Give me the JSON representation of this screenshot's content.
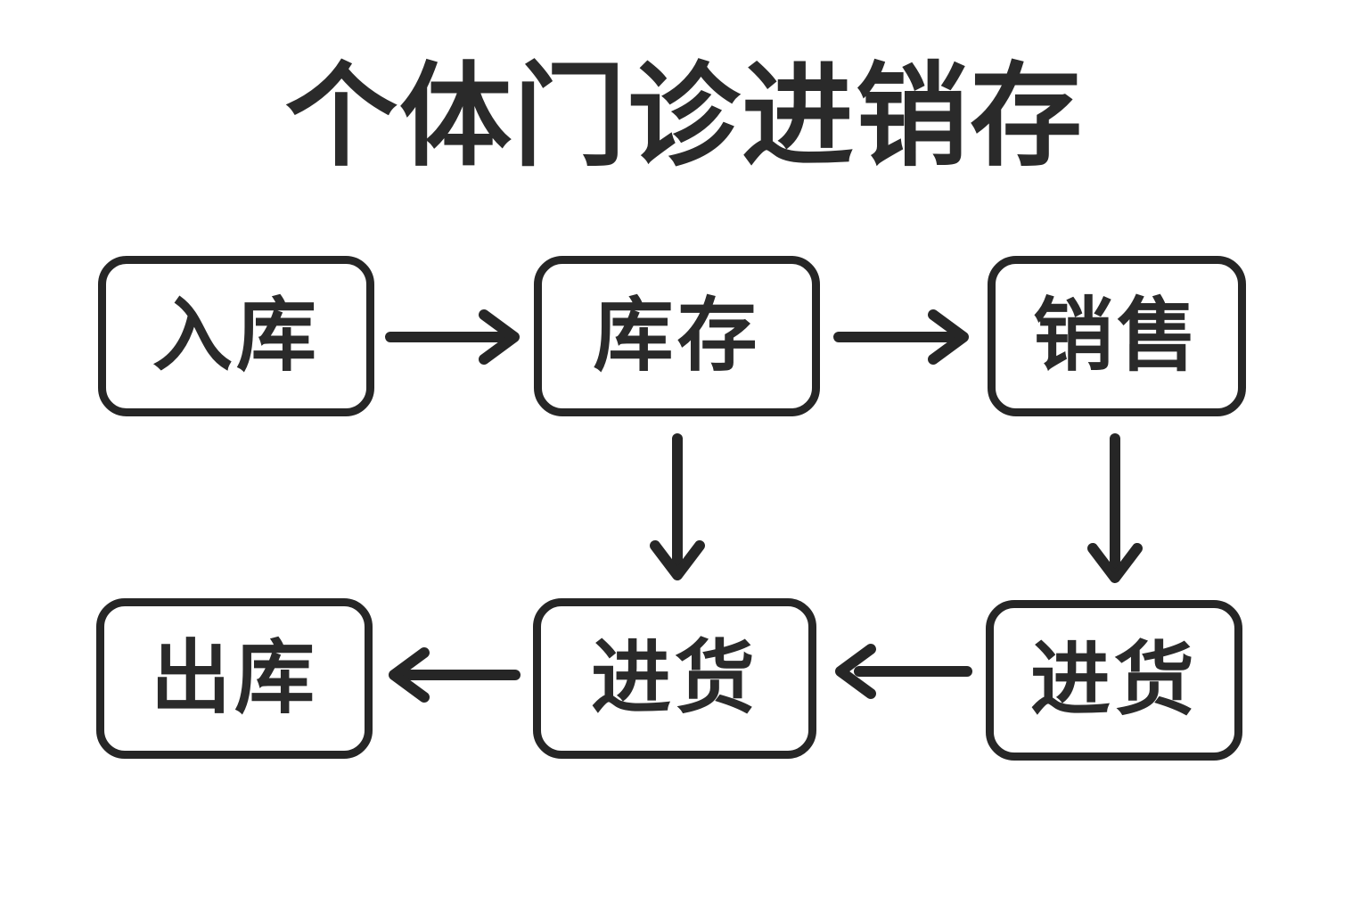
{
  "title": "个体门诊进销存",
  "colors": {
    "background": "#ffffff",
    "line": "#262626",
    "text": "#2a2a2a"
  },
  "nodes": [
    {
      "id": "inbound",
      "label": "入库",
      "row": 1,
      "col": 1
    },
    {
      "id": "inventory",
      "label": "库存",
      "row": 1,
      "col": 2
    },
    {
      "id": "sales",
      "label": "销售",
      "row": 1,
      "col": 3
    },
    {
      "id": "outbound",
      "label": "出库",
      "row": 2,
      "col": 1
    },
    {
      "id": "purchase-middle",
      "label": "进货",
      "row": 2,
      "col": 2
    },
    {
      "id": "purchase-right",
      "label": "进货",
      "row": 2,
      "col": 3
    }
  ],
  "edges": [
    {
      "from": "inbound",
      "to": "inventory",
      "direction": "right"
    },
    {
      "from": "inventory",
      "to": "sales",
      "direction": "right"
    },
    {
      "from": "inventory",
      "to": "purchase-middle",
      "direction": "down"
    },
    {
      "from": "sales",
      "to": "purchase-right",
      "direction": "down"
    },
    {
      "from": "purchase-right",
      "to": "purchase-middle",
      "direction": "left"
    },
    {
      "from": "purchase-middle",
      "to": "outbound",
      "direction": "left"
    }
  ]
}
